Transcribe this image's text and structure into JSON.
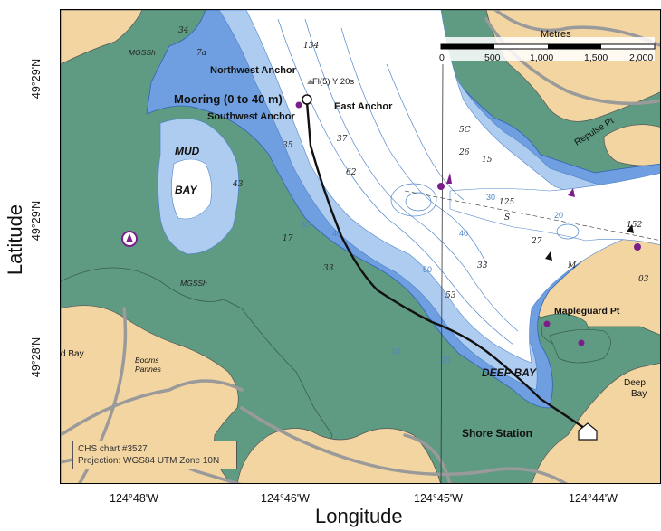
{
  "axes": {
    "x_title": "Longitude",
    "y_title": "Latitude",
    "x_ticks": [
      "124°48'W",
      "124°46'W",
      "124°45'W",
      "124°44'W"
    ],
    "y_ticks": [
      "49°29'N",
      "49°29'N",
      "49°28'N"
    ]
  },
  "scale_bar": {
    "title": "Metres",
    "labels": [
      "0",
      "500",
      "1,000",
      "1,500",
      "2,000"
    ]
  },
  "stations": {
    "mooring": "Mooring (0 to 40 m)",
    "northwest_anchor": "Northwest Anchor",
    "southwest_anchor": "Southwest Anchor",
    "east_anchor": "East Anchor",
    "shore_station": "Shore Station",
    "light_top": "Fl(5) Y 20s"
  },
  "place_names": {
    "mud": "MUD",
    "bay": "BAY",
    "deep_bay": "DEEP BAY",
    "mapleguard": "Mapleguard Pt",
    "repulse": "Repulse Pt",
    "deep": "Deep",
    "bay_small": "Bay",
    "d_bay": "d Bay",
    "booms": "Booms",
    "pannes": "Pannes",
    "mgssh_top": "MGSSh",
    "mgssh_mid": "MGSSh"
  },
  "info_box": {
    "line1": "CHS chart #3527",
    "line2": "Projection: WGS84 UTM Zone 10N"
  },
  "soundings": [
    {
      "v": "34"
    },
    {
      "v": "7a"
    },
    {
      "v": "134"
    },
    {
      "v": "35"
    },
    {
      "v": "43"
    },
    {
      "v": "37"
    },
    {
      "v": "62"
    },
    {
      "v": "17"
    },
    {
      "v": "33"
    },
    {
      "v": "53"
    },
    {
      "v": "33"
    },
    {
      "v": "26"
    },
    {
      "v": "15"
    },
    {
      "v": "27"
    },
    {
      "v": "M"
    },
    {
      "v": "S"
    },
    {
      "v": "125"
    },
    {
      "v": "5C"
    },
    {
      "v": "03"
    },
    {
      "v": "152"
    }
  ],
  "colors": {
    "land": "#f3d5a2",
    "drying": "#5f9a82",
    "shallow": "#6f9fe0",
    "mid": "#aecbf0",
    "deep_water": "#ffffff",
    "road": "#9a9a9a",
    "marker": "#7a1f8a"
  }
}
